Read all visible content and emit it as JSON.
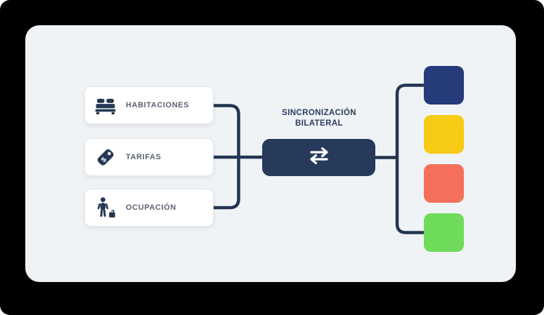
{
  "diagram": {
    "hub": {
      "title_line1": "SINCRONIZACIÓN",
      "title_line2": "BILATERAL",
      "icon": "swap-arrows-icon",
      "node_color": "#273a5b"
    },
    "sources": [
      {
        "label": "HABITACIONES",
        "icon": "bed-icon"
      },
      {
        "label": "TARIFAS",
        "icon": "price-tag-icon"
      },
      {
        "label": "OCUPACIÓN",
        "icon": "occupancy-person-icon"
      }
    ],
    "targets": [
      {
        "name": "channel-blue",
        "color": "#253b7a"
      },
      {
        "name": "channel-yellow",
        "color": "#f6ca15"
      },
      {
        "name": "channel-salmon",
        "color": "#f4705c"
      },
      {
        "name": "channel-green",
        "color": "#6edc5a"
      }
    ],
    "colors": {
      "connector_navy": "#233450",
      "card_background": "#f0f3f6",
      "source_label": "#5b626e",
      "title_text": "#2b3a5e",
      "outer_background": "#000000"
    }
  }
}
